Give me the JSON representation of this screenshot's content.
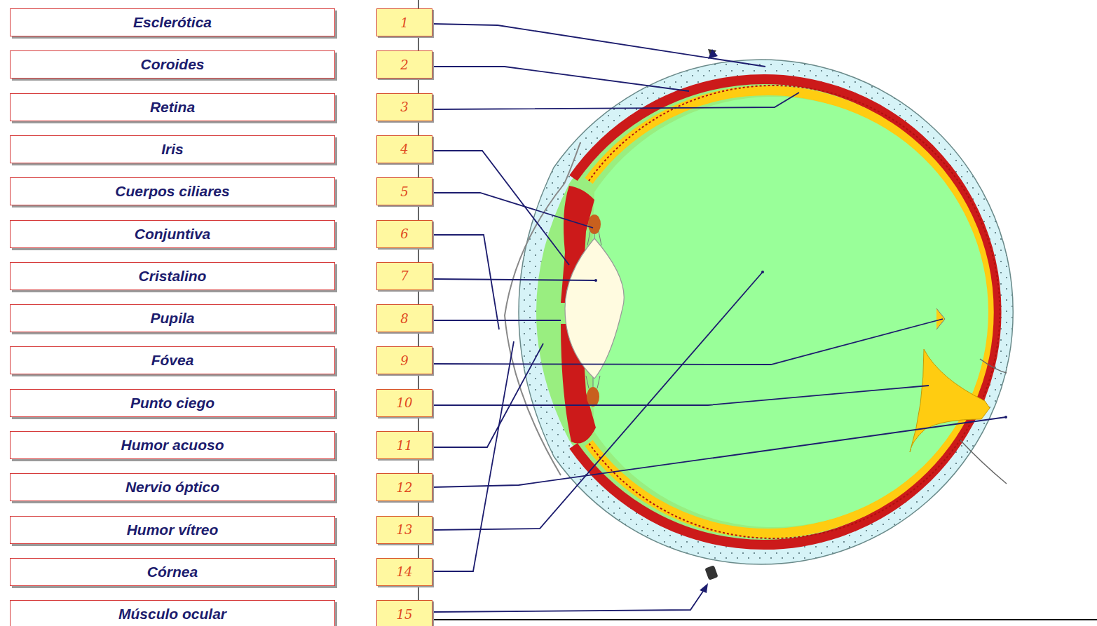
{
  "diagram": {
    "nodes": [
      {
        "text": [
          "Esclerótica"
        ]
      },
      {
        "text": [
          "Coroides"
        ]
      },
      {
        "text": [
          "Retina"
        ]
      },
      {
        "text": [
          "Iris"
        ]
      },
      {
        "text": [
          "Cuerpos ciliares"
        ]
      },
      {
        "text": [
          "Conjuntiva"
        ]
      },
      {
        "text": [
          "Cristalino"
        ]
      },
      {
        "text": [
          "Pupila"
        ]
      },
      {
        "text": [
          "Fóvea"
        ]
      },
      {
        "text": [
          "Punto ciego"
        ]
      },
      {
        "text": [
          "Humor acuoso"
        ]
      },
      {
        "text": [
          "Nervio óptico"
        ]
      },
      {
        "text": [
          "Humor vítreo"
        ]
      },
      {
        "text": [
          "Córnea"
        ]
      },
      {
        "text": [
          "Músculo ocular"
        ]
      },
      {
        "text": [
          "1"
        ]
      },
      {
        "text": [
          "2"
        ]
      },
      {
        "text": [
          "3"
        ]
      },
      {
        "text": [
          "4"
        ]
      },
      {
        "text": [
          "5"
        ]
      },
      {
        "text": [
          "6"
        ]
      },
      {
        "text": [
          "7"
        ]
      },
      {
        "text": [
          "8"
        ]
      },
      {
        "text": [
          "9"
        ]
      },
      {
        "text": [
          "10"
        ]
      },
      {
        "text": [
          "11"
        ]
      },
      {
        "text": [
          "12"
        ]
      },
      {
        "text": [
          "13"
        ]
      },
      {
        "text": [
          "14"
        ]
      },
      {
        "text": [
          "15"
        ]
      }
    ]
  }
}
